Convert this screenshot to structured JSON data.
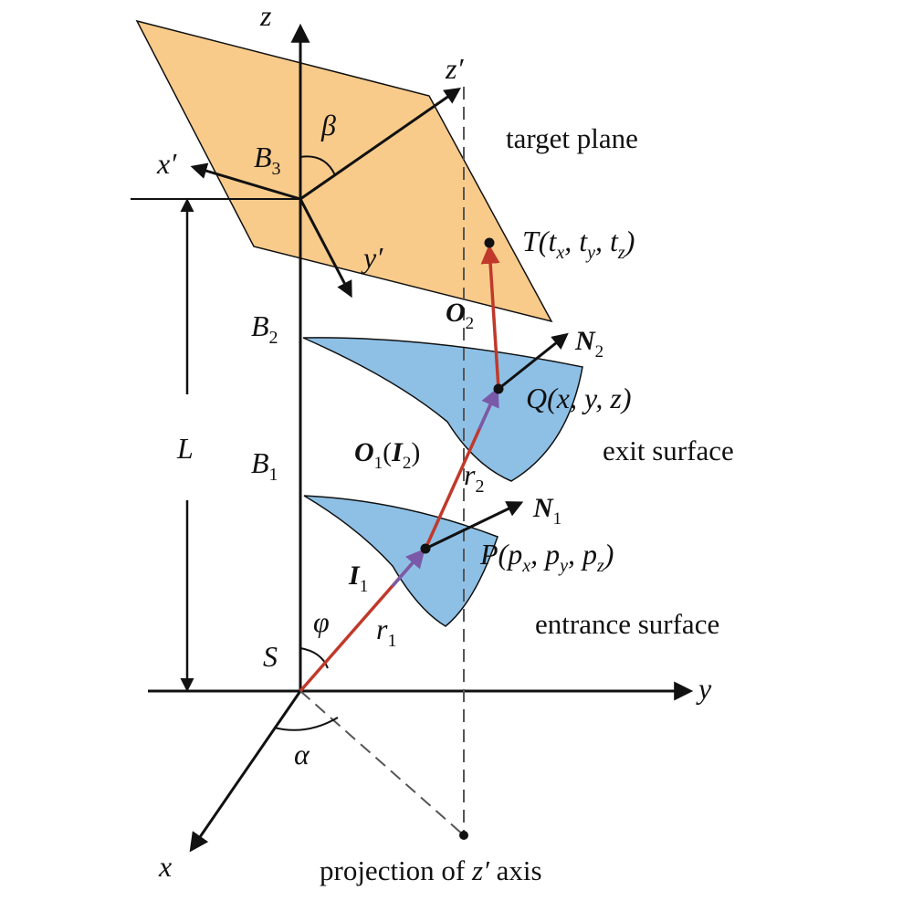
{
  "colors": {
    "target_plane": "#F9CB8B",
    "surface": "#8EC0E6",
    "ray": "#C0392B",
    "ray_arrow": "#7A5AA8",
    "axis": "#111111",
    "dashed": "#555555"
  },
  "labels": {
    "z": "z",
    "z_prime": "z′",
    "x_prime": "x′",
    "y_prime": "y′",
    "y": "y",
    "x": "x",
    "beta": "β",
    "alpha": "α",
    "phi": "φ",
    "B3": "B",
    "B3_sub": "3",
    "B2": "B",
    "B2_sub": "2",
    "B1": "B",
    "B1_sub": "1",
    "L": "L",
    "S": "S",
    "T": "T(t",
    "T_x": "x",
    "T_sep1": ", t",
    "T_y": "y",
    "T_sep2": ", t",
    "T_z": "z",
    "T_close": ")",
    "O2": "O",
    "O2_sub": "2",
    "N2": "N",
    "N2_sub": "2",
    "Q": "Q(x, y, z)",
    "O1": "O",
    "O1_sub": "1",
    "O1_paren_open": "(",
    "I2": "I",
    "I2_sub": "2",
    "O1_paren_close": ")",
    "r2": "r",
    "r2_sub": "2",
    "N1": "N",
    "N1_sub": "1",
    "P": "P(p",
    "P_x": "x",
    "P_sep1": ", p",
    "P_y": "y",
    "P_sep2": ", p",
    "P_z": "z",
    "P_close": ")",
    "I1": "I",
    "I1_sub": "1",
    "r1": "r",
    "r1_sub": "1"
  },
  "text": {
    "target_plane": "target plane",
    "exit_surface": "exit surface",
    "entrance_surface": "entrance surface",
    "projection_pre": "projection of ",
    "projection_var": "z′",
    "projection_post": " axis"
  }
}
